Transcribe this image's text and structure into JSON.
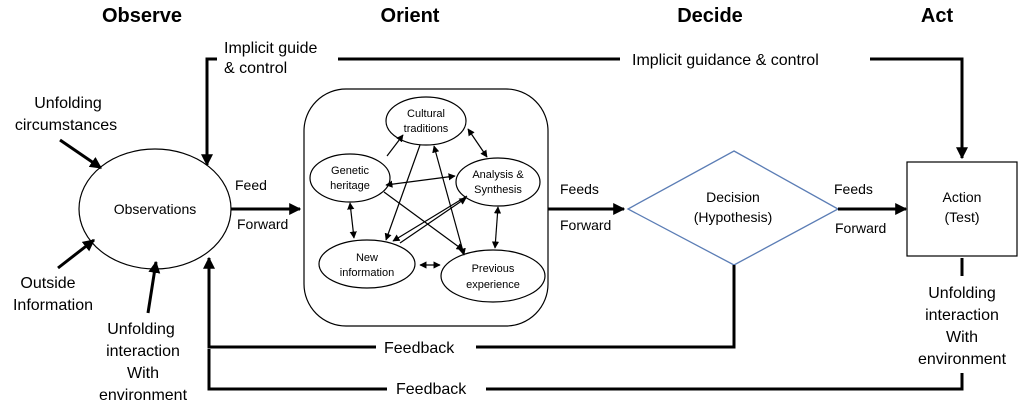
{
  "headers": {
    "observe": "Observe",
    "orient": "Orient",
    "decide": "Decide",
    "act": "Act"
  },
  "labels": {
    "implicit_guide_1": "Implicit guide",
    "implicit_guide_2": "& control",
    "implicit_guidance": "Implicit guidance & control",
    "unfolding_circumstances_1": "Unfolding",
    "unfolding_circumstances_2": "circumstances",
    "outside_information_1": "Outside",
    "outside_information_2": "Information",
    "unfolding_interaction_1": "Unfolding",
    "unfolding_interaction_2": "interaction",
    "unfolding_interaction_3": "With",
    "unfolding_interaction_4": "environment",
    "feed_1": "Feed",
    "forward_1": "Forward",
    "feeds_2": "Feeds",
    "forward_2": "Forward",
    "feeds_3": "Feeds",
    "forward_3": "Forward",
    "feedback_1": "Feedback",
    "feedback_2": "Feedback",
    "act_unfolding_1": "Unfolding",
    "act_unfolding_2": "interaction",
    "act_unfolding_3": "With",
    "act_unfolding_4": "environment"
  },
  "nodes": {
    "observations": "Observations",
    "cultural_1": "Cultural",
    "cultural_2": "traditions",
    "genetic_1": "Genetic",
    "genetic_2": "heritage",
    "analysis_1": "Analysis &",
    "analysis_2": "Synthesis",
    "new_info_1": "New",
    "new_info_2": "information",
    "previous_1": "Previous",
    "previous_2": "experience",
    "decision_1": "Decision",
    "decision_2": "(Hypothesis)",
    "action_1": "Action",
    "action_2": "(Test)"
  },
  "colors": {
    "diamond_border": "#5B7DB5",
    "line": "#000000"
  }
}
